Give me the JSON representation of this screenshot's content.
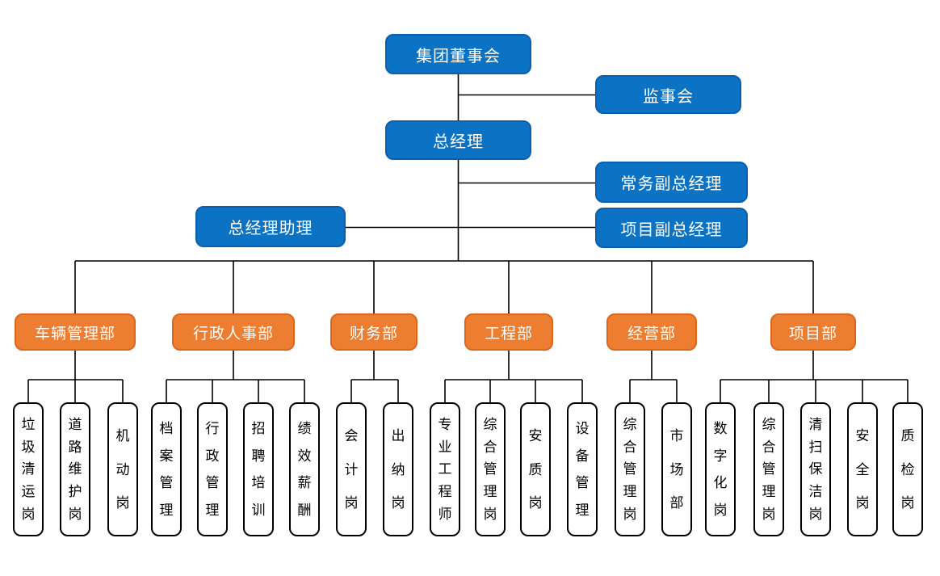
{
  "org": {
    "top": {
      "board": "集团董事会",
      "supervisory": "监事会",
      "general_manager": "总经理",
      "executive_deputy_gm": "常务副总经理",
      "gm_assistant": "总经理助理",
      "project_deputy_gm": "项目副总经理"
    },
    "departments": [
      {
        "label": "车辆管理部",
        "children": [
          "垃圾清运岗",
          "道路维护岗",
          "机动岗"
        ]
      },
      {
        "label": "行政人事部",
        "children": [
          "档案管理",
          "行政管理",
          "招聘培训",
          "绩效薪酬"
        ]
      },
      {
        "label": "财务部",
        "children": [
          "会计岗",
          "出纳岗"
        ]
      },
      {
        "label": "工程部",
        "children": [
          "专业工程师",
          "综合管理岗",
          "安质岗",
          "设备管理"
        ]
      },
      {
        "label": "经营部",
        "children": [
          "综合管理岗",
          "市场部"
        ]
      },
      {
        "label": "项目部",
        "children": [
          "数字化岗",
          "综合管理岗",
          "清扫保洁岗",
          "安全岗",
          "质检岗"
        ]
      }
    ],
    "colors": {
      "executive_fill": "#0C72C4",
      "executive_border": "#0A5FAE",
      "department_fill": "#ED7D31",
      "department_border": "#DC661E",
      "post_fill": "#FFFFFF",
      "post_border": "#000000",
      "connector": "#000000",
      "text_on_fill": "#FFFFFF",
      "text_on_post": "#000000"
    }
  }
}
